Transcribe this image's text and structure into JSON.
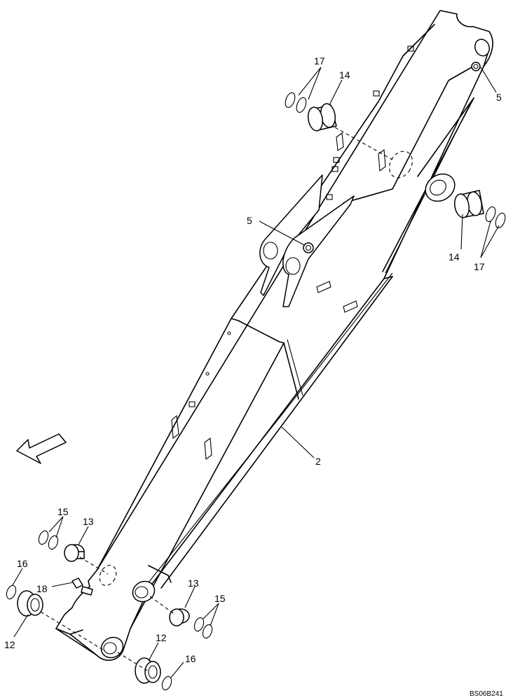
{
  "diagram": {
    "drawing_code": "BS06B241",
    "callouts": [
      {
        "id": "c17-top",
        "text": "17"
      },
      {
        "id": "c14-top",
        "text": "14"
      },
      {
        "id": "c5-right",
        "text": "5"
      },
      {
        "id": "c5-mid",
        "text": "5"
      },
      {
        "id": "c14-right",
        "text": "14"
      },
      {
        "id": "c17-right",
        "text": "17"
      },
      {
        "id": "c2",
        "text": "2"
      },
      {
        "id": "c15-left",
        "text": "15"
      },
      {
        "id": "c13-left",
        "text": "13"
      },
      {
        "id": "c16-left",
        "text": "16"
      },
      {
        "id": "c18",
        "text": "18"
      },
      {
        "id": "c12-left",
        "text": "12"
      },
      {
        "id": "c13-right",
        "text": "13"
      },
      {
        "id": "c15-right",
        "text": "15"
      },
      {
        "id": "c12-bottom",
        "text": "12"
      },
      {
        "id": "c16-bottom",
        "text": "16"
      }
    ]
  }
}
